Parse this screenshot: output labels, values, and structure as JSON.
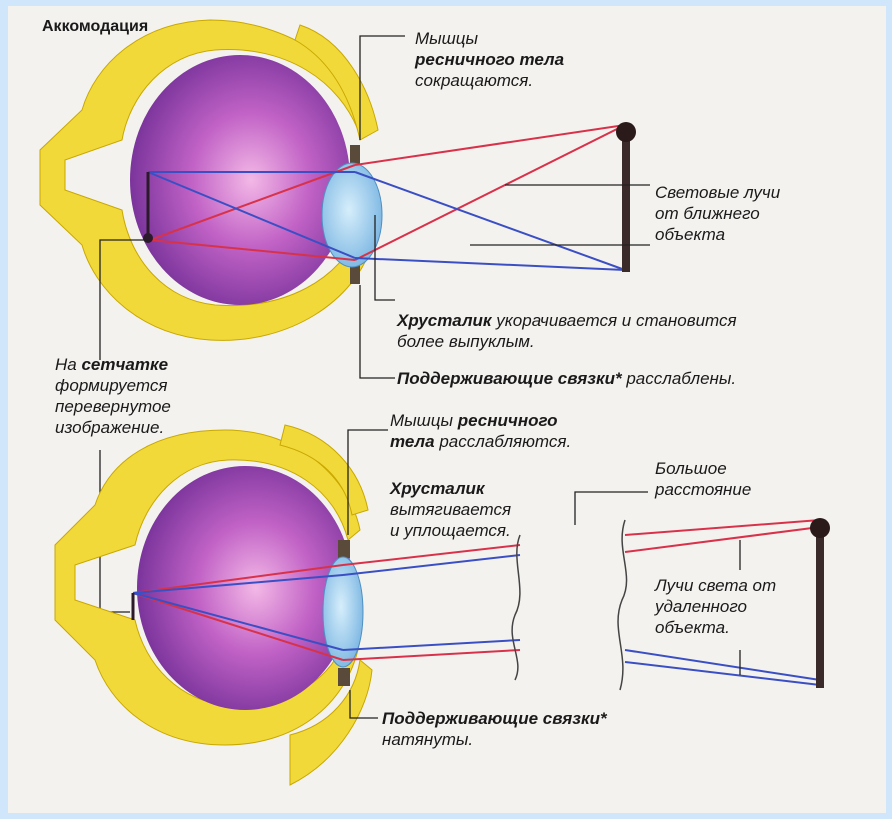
{
  "title": "Аккомодация",
  "colors": {
    "sclera": "#f2d93a",
    "eyeball": "#8a3aa8",
    "lens": "#8fc6ea",
    "ray_red": "#d8324a",
    "ray_blue": "#3b4fc4",
    "object": "#3a2a2a"
  },
  "top": {
    "ciliary_muscle": {
      "pre": "Мышцы",
      "bold": "ресничного тела",
      "post": "сокращаются."
    },
    "rays": {
      "line1": "Световые лучи",
      "line2": "от ближнего",
      "line3": "объекта"
    },
    "lens": {
      "bold": "Хрусталик",
      "post": "укорачивается и становится",
      "line2": "более выпуклым."
    },
    "ligaments": {
      "bold": "Поддерживающие связки*",
      "post": "расслаблены."
    }
  },
  "retina": {
    "pre": "На",
    "bold": "сетчатке",
    "line2": "формируется",
    "line3": "перевернутое",
    "line4": "изображение."
  },
  "bottom": {
    "ciliary_muscle": {
      "pre": "Мышцы",
      "bold": "ресничного",
      "bold2": "тела",
      "post": "расслабляются."
    },
    "lens": {
      "bold": "Хрусталик",
      "line2": "вытягивается",
      "line3": "и уплощается."
    },
    "distance": {
      "line1": "Большое",
      "line2": "расстояние"
    },
    "rays": {
      "line1": "Лучи света от",
      "line2": "удаленного",
      "line3": "объекта."
    },
    "ligaments": {
      "bold": "Поддерживающие связки*",
      "post": "натянуты."
    }
  }
}
